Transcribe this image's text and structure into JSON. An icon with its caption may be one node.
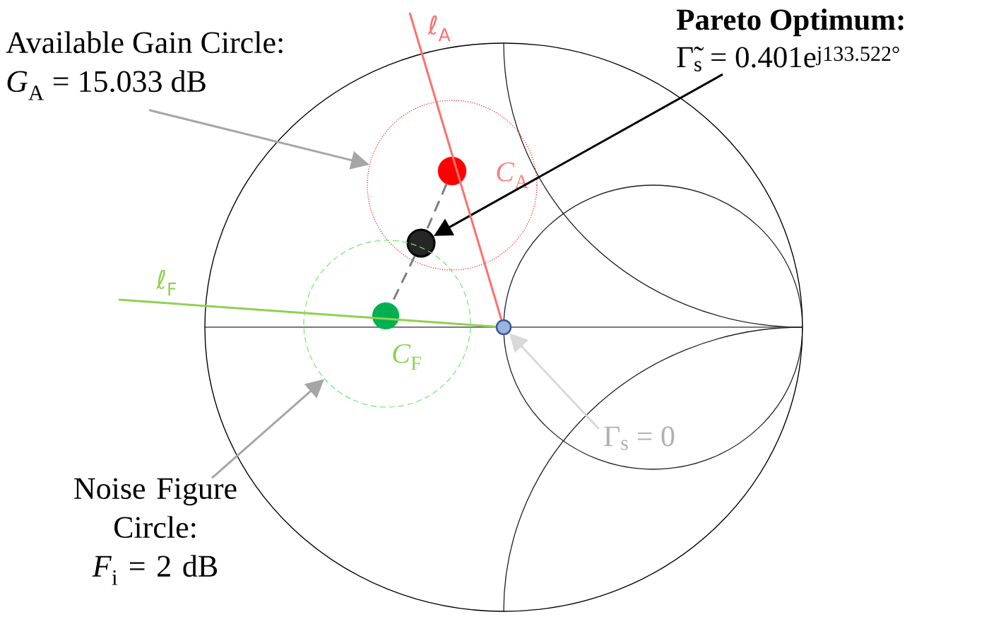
{
  "diagram": {
    "nodes": [
      {
        "text": [
          "Available Gain Circle:",
          "*G*$_{A}$ = 15.033 dB"
        ]
      },
      {
        "text": [
          "Pareto Optimum:",
          "Γ̃$_{s}$ = 0.401e$^{j133.522°}$"
        ]
      },
      {
        "text": [],
        "shape": "circle"
      },
      {
        "text": [],
        "shape": "circle",
        "beside": [
          "*C*$_{A}$"
        ],
        "in": 2
      },
      {
        "text": [],
        "shape": "circle",
        "in": 2
      },
      {
        "text": [],
        "shape": "circle"
      },
      {
        "text": [],
        "shape": "circle",
        "beside": [
          "*C*$_{F}$"
        ],
        "in": 5
      },
      {
        "text": [],
        "shape": "circle"
      },
      {
        "text": [
          "Γ$_{s}$ = 0"
        ]
      },
      {
        "text": [
          "Noise Figure Circle:",
          "*F*$_{i}$ = 2 dB"
        ]
      }
    ],
    "edges": [
      {
        "from": 0,
        "to": 2,
        "arrow": "to",
        "color": "#a6a6a6"
      },
      {
        "from": 1,
        "to": 4,
        "arrow": "to",
        "color": "#000000"
      },
      {
        "from": 9,
        "to": 5,
        "arrow": "to",
        "color": "#a6a6a6"
      },
      {
        "from": 8,
        "to": 7,
        "arrow": "to",
        "color": "#d9d9d9"
      },
      {
        "from": 3,
        "to": 4,
        "arrow": "none",
        "style": "dashed",
        "color": "#808080"
      },
      {
        "from": 4,
        "to": 6,
        "arrow": "none",
        "style": "dashed",
        "color": "#808080"
      },
      {
        "from": null,
        "to": 7,
        "arrow": "none",
        "label": "ℓ$_{A}$",
        "color": "#ff7070"
      },
      {
        "from": null,
        "to": 7,
        "arrow": "none",
        "label": "ℓ$_{F}$",
        "color": "#92d050"
      }
    ]
  }
}
